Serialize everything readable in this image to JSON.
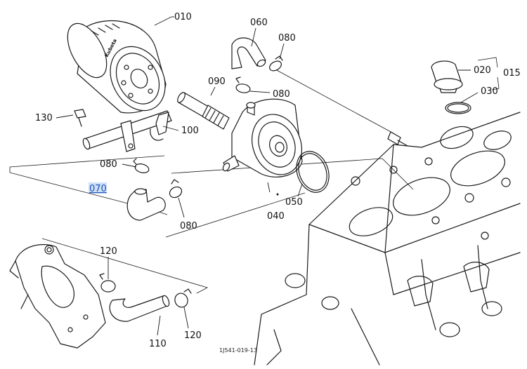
{
  "parts": {
    "p010": "010",
    "p015": "015",
    "p020": "020",
    "p030": "030",
    "p040": "040",
    "p050": "050",
    "p060": "060",
    "p070": "070",
    "p080a": "080",
    "p080b": "080",
    "p080c": "080",
    "p080d": "080",
    "p090": "090",
    "p100": "100",
    "p110": "110",
    "p120a": "120",
    "p120b": "120",
    "p130": "130"
  },
  "filter_brand": "Kubota",
  "drawing_code": "1J541-019-13",
  "highlight_color": "#1a52b5",
  "highlight_bg": "#cfe0f7"
}
